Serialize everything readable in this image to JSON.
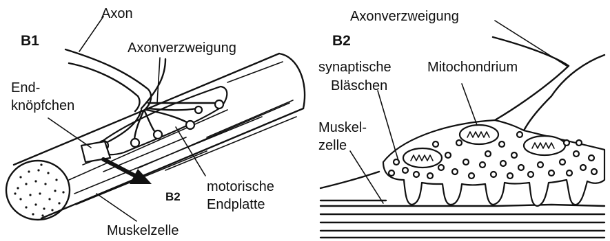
{
  "panel_b1": {
    "panel_label": "B1",
    "axon_label": "Axon",
    "branching_label": "Axonverzweigung",
    "terminal_label_line1": "End-",
    "terminal_label_line2": "knöpfchen",
    "arrow_target_label": "B2",
    "endplate_label_line1": "motorische",
    "endplate_label_line2": "Endplatte",
    "muscle_label": "Muskelzelle"
  },
  "panel_b2": {
    "panel_label": "B2",
    "branching_label": "Axonverzweigung",
    "vesicles_label_line1": "synaptische",
    "vesicles_label_line2": "Bläschen",
    "mitochondrion_label": "Mitochondrium",
    "muscle_label_line1": "Muskel-",
    "muscle_label_line2": "zelle"
  }
}
